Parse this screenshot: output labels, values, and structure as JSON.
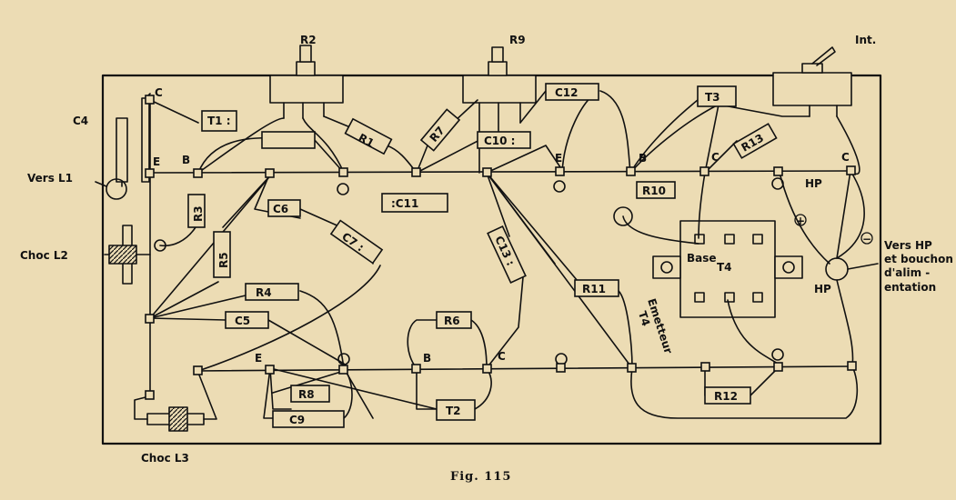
{
  "caption": "Fig. 115",
  "controls": {
    "r2": "R2",
    "r9": "R9",
    "int": "Int."
  },
  "side_labels": {
    "c4": "C4",
    "vers_l1": "Vers L1",
    "choc_l2": "Choc L2",
    "choc_l3": "Choc L3",
    "vers_hp": [
      "Vers HP",
      "et bouchon",
      "d'alim -",
      "entation"
    ],
    "hp_jack": "HP"
  },
  "resistors": {
    "r1": "R1",
    "r3": "R3",
    "r4": "R4",
    "r5": "R5",
    "r6": "R6",
    "r7": "R7",
    "r8": "R8",
    "r10": "R10",
    "r11": "R11",
    "r12": "R12",
    "r13": "R13"
  },
  "capacitors": {
    "c5": "C5",
    "c6": "C6",
    "c7": "C7 :",
    "c9": "C9",
    "c10": "C10 :",
    "c11": ":C11",
    "c12": "C12",
    "c13": "C13 :"
  },
  "transistors": {
    "t1": "T1 :",
    "t2": "T2",
    "t3": "T3",
    "t4": "T4"
  },
  "pins": {
    "t1_c": "C",
    "t1_e": "E",
    "t1_b": "B",
    "t3_e": "E",
    "t3_b": "B",
    "t3_c": "C",
    "hp_c": "C",
    "hp": "HP",
    "t2_e": "E",
    "t2_b": "B",
    "t2_c": "C"
  },
  "t4_labels": {
    "base": "Base",
    "emitter": "Emetteur",
    "emitter_t": "T4"
  },
  "polarity": {
    "plus": "+",
    "minus": "−"
  },
  "colors": {
    "paper": "#ecdcb4",
    "ink": "#111111"
  }
}
